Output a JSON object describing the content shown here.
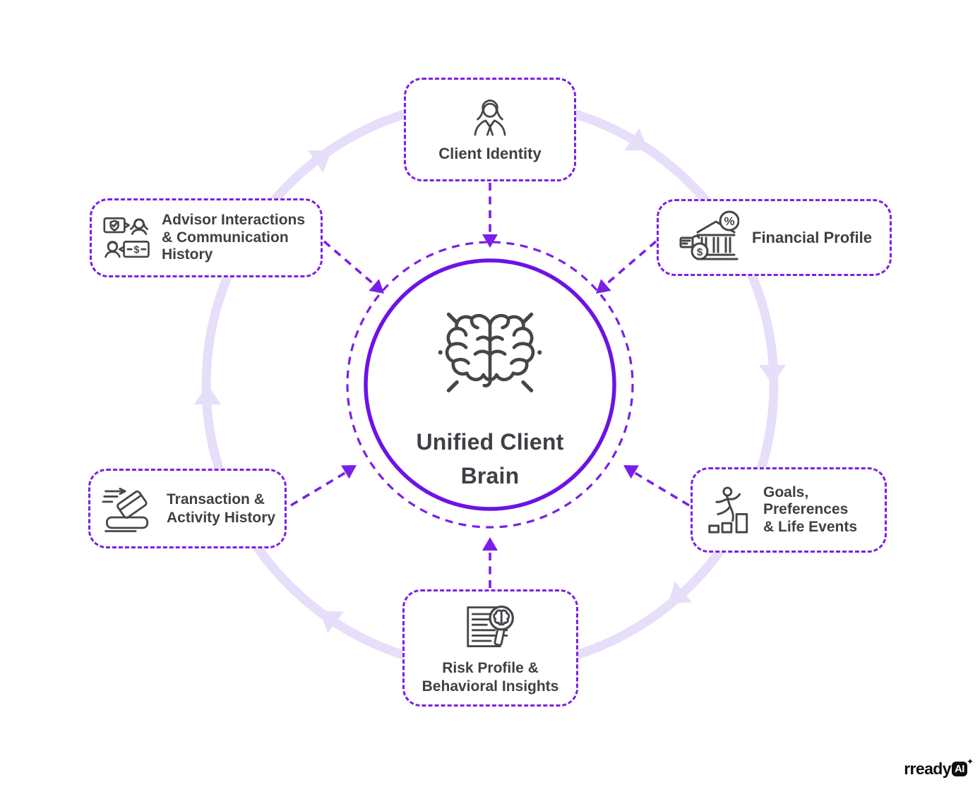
{
  "diagram": {
    "center": {
      "lines": [
        "Unified Client",
        "Brain"
      ],
      "icon": "brain-icon"
    },
    "nodes": [
      {
        "id": "client-identity",
        "icon": "person-icon",
        "lines": [
          "Client Identity"
        ]
      },
      {
        "id": "financial-profile",
        "icon": "bank-icon",
        "lines": [
          "Financial Profile"
        ]
      },
      {
        "id": "goals-preferences",
        "icon": "runner-icon",
        "lines": [
          "Goals,",
          "Preferences",
          "& Life Events"
        ]
      },
      {
        "id": "risk-profile",
        "icon": "magnifier-doc-icon",
        "lines": [
          "Risk Profile &",
          "Behavioral Insights"
        ]
      },
      {
        "id": "transaction-history",
        "icon": "card-icon",
        "lines": [
          "Transaction &",
          "Activity History"
        ]
      },
      {
        "id": "advisor-interactions",
        "icon": "chat-people-icon",
        "lines": [
          "Advisor Interactions",
          "& Communication",
          "History"
        ]
      }
    ],
    "logo": {
      "brand": "rready",
      "badge": "AI",
      "sparkle": "✦"
    },
    "colors": {
      "accent_purple": "#7B1FE8",
      "circle_purple": "#6C13E6",
      "ring_lavender": "#E7DEFA",
      "text_dark": "#3F4045",
      "icon_stroke": "#45464A",
      "logo_black": "#0E0E10"
    }
  }
}
